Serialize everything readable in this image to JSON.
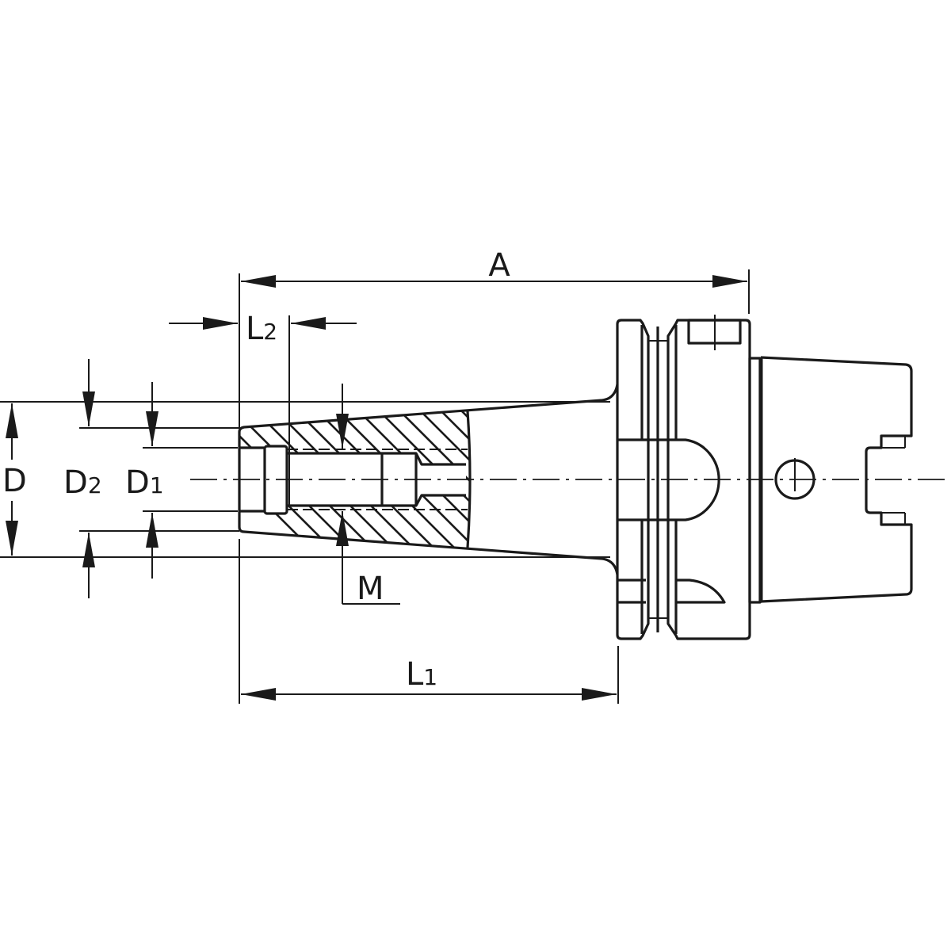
{
  "title": "Hydraulic chuck / tool holder technical drawing",
  "dimensions": {
    "A": "A",
    "L1": {
      "base": "L",
      "sub": "1"
    },
    "L2": {
      "base": "L",
      "sub": "2"
    },
    "D": "D",
    "D1": {
      "base": "D",
      "sub": "1"
    },
    "D2": {
      "base": "D",
      "sub": "2"
    },
    "M": "M"
  },
  "colors": {
    "line": "#1a1a1a",
    "background": "#ffffff"
  }
}
